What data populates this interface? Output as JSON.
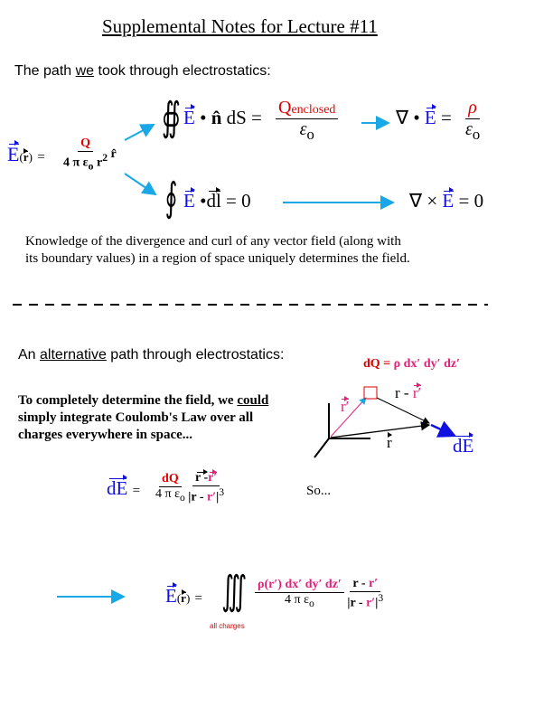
{
  "title": "Supplemental Notes for Lecture #11",
  "heading1": {
    "pre": "The path ",
    "u": "we",
    "post": " took through electrostatics:"
  },
  "coulomb": {
    "E": "E",
    "r": "r",
    "eq": "=",
    "num": "Q",
    "den": "4 π ε",
    "sub": "o",
    "r2": "r",
    "rhat": "r̂"
  },
  "gauss": {
    "E": "E",
    "dot": "•",
    "n": "n̂",
    "dS": "dS =",
    "num": "Q",
    "numsub": "enclosed",
    "den": "ε",
    "densub": "o"
  },
  "div": {
    "nabla": "∇",
    "dot": "•",
    "E": "E",
    "eq": "=",
    "num": "ρ",
    "den": "ε",
    "densub": "o"
  },
  "circ": {
    "E": "E",
    "dot": "•",
    "dl": "dl",
    "eq": "= 0"
  },
  "curl": {
    "nabla": "∇",
    "cross": "×",
    "E": "E",
    "eq": "= 0"
  },
  "knowledge": [
    "Knowledge of the divergence and curl of any vector field (along with",
    "its boundary values) in a region of space uniquely determines the field."
  ],
  "heading2": {
    "pre": "An ",
    "u": "alternative",
    "post": " path through electrostatics:"
  },
  "para": {
    "l1": "To completely determine the field, we ",
    "u": "could",
    "l2": "simply integrate Coulomb's Law over all",
    "l3": "charges everywhere in space..."
  },
  "diagram": {
    "dQ": "dQ = ",
    "rho": "ρ dx′ dy′ dz′",
    "rp": "r′",
    "rminus": "r - ",
    "rp2": "r′",
    "r": "r",
    "dE": "dE"
  },
  "dEeq": {
    "dE": "dE",
    "eq": "=",
    "num": "dQ",
    "den": "4 π ε",
    "densub": "o",
    "vnum": "r - ",
    "vnum2": "r′",
    "vden": "r - ",
    "vden2": "r′",
    "pow": "3",
    "so": "So..."
  },
  "final": {
    "E": "E",
    "r": "r",
    "eq": "=",
    "sub": "all charges",
    "num": "ρ(r′) dx′ dy′ dz′",
    "den": "4 π ε",
    "densub": "o",
    "vnum": "r - ",
    "vnum2": "r′",
    "vden": "r - ",
    "vden2": "r′",
    "pow": "3"
  }
}
